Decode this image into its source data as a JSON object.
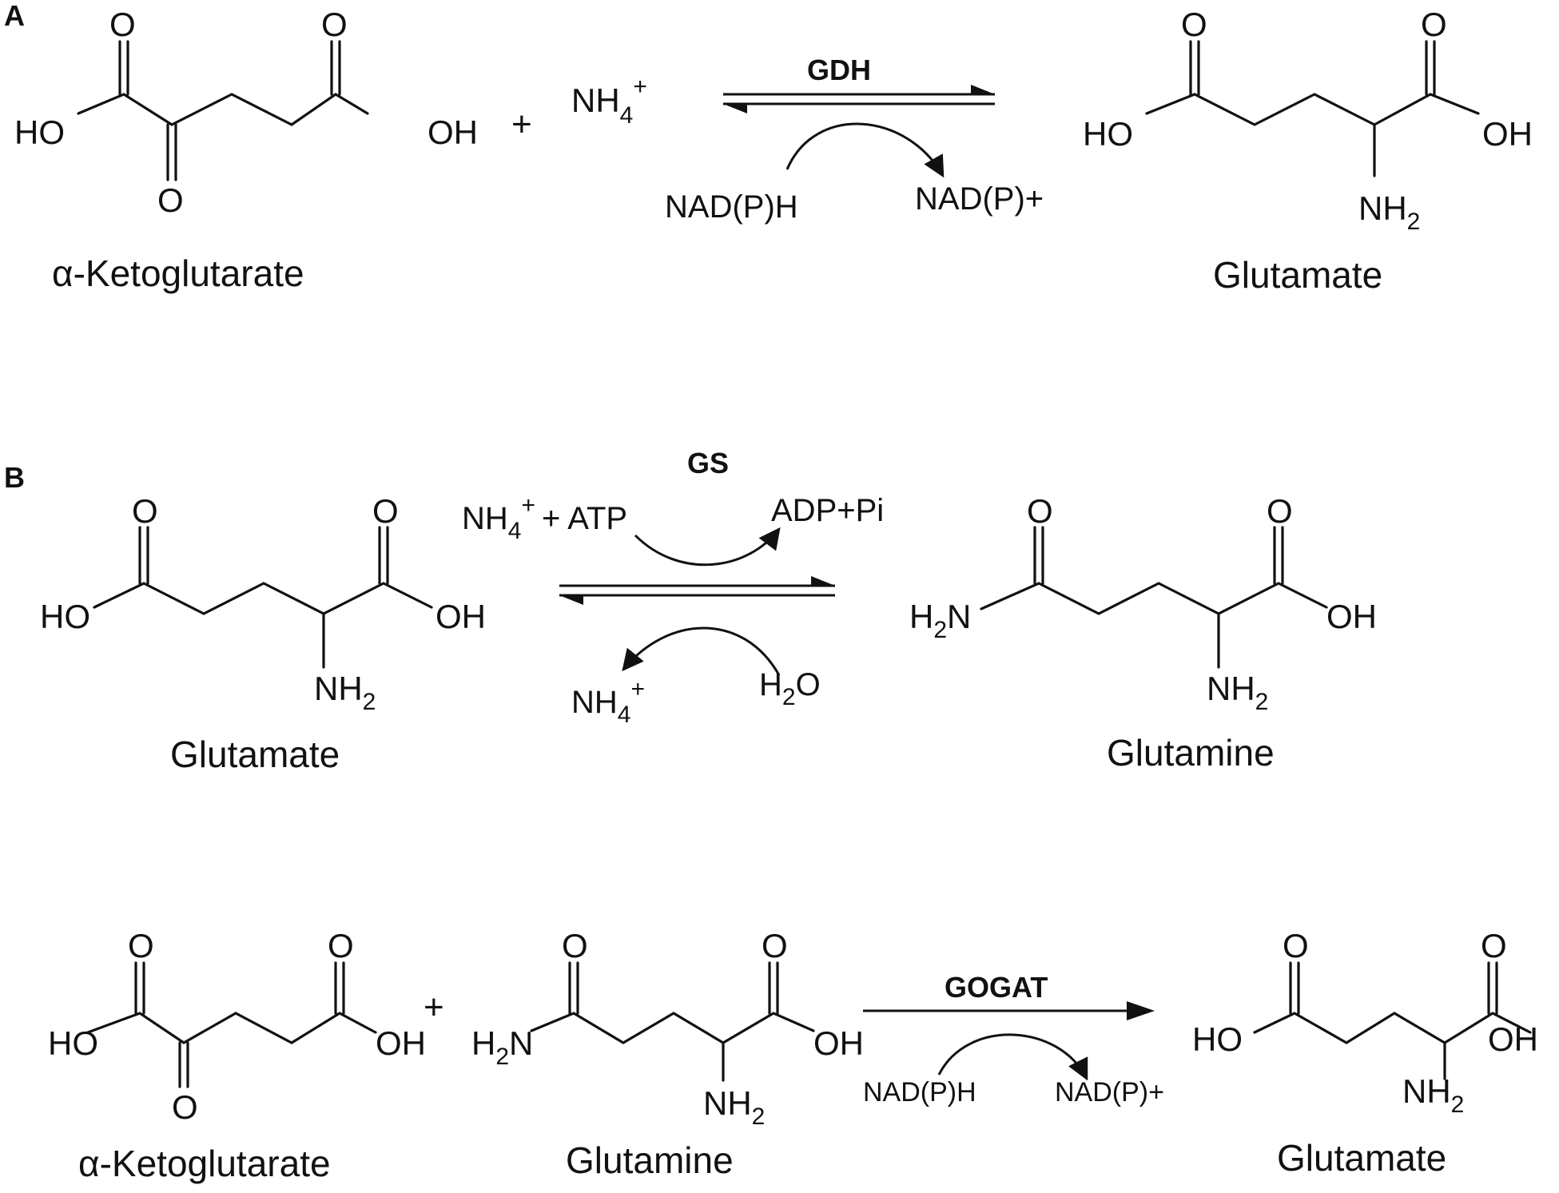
{
  "panels": {
    "a": "A",
    "b": "B"
  },
  "enzymes": {
    "gdh": "GDH",
    "gs": "GS",
    "gogat": "GOGAT"
  },
  "compounds": {
    "akg": "α-Ketoglutarate",
    "glutamate": "Glutamate",
    "glutamine": "Glutamine"
  },
  "atoms": {
    "O": "O",
    "HO": "HO",
    "OH": "OH",
    "H2N": "H",
    "N": "N",
    "NH": "NH",
    "sub2": "2",
    "sub4": "4",
    "plusSign": "+",
    "NH2_N": "NH"
  },
  "cofactors": {
    "nadph": "NAD(P)H",
    "nadp": "NAD(P)+",
    "nh4": "NH",
    "atp": "+ ATP",
    "adp_pi": "ADP+Pi",
    "h2o_h": "H",
    "h2o_o": "O"
  },
  "operators": {
    "plus": "+"
  }
}
